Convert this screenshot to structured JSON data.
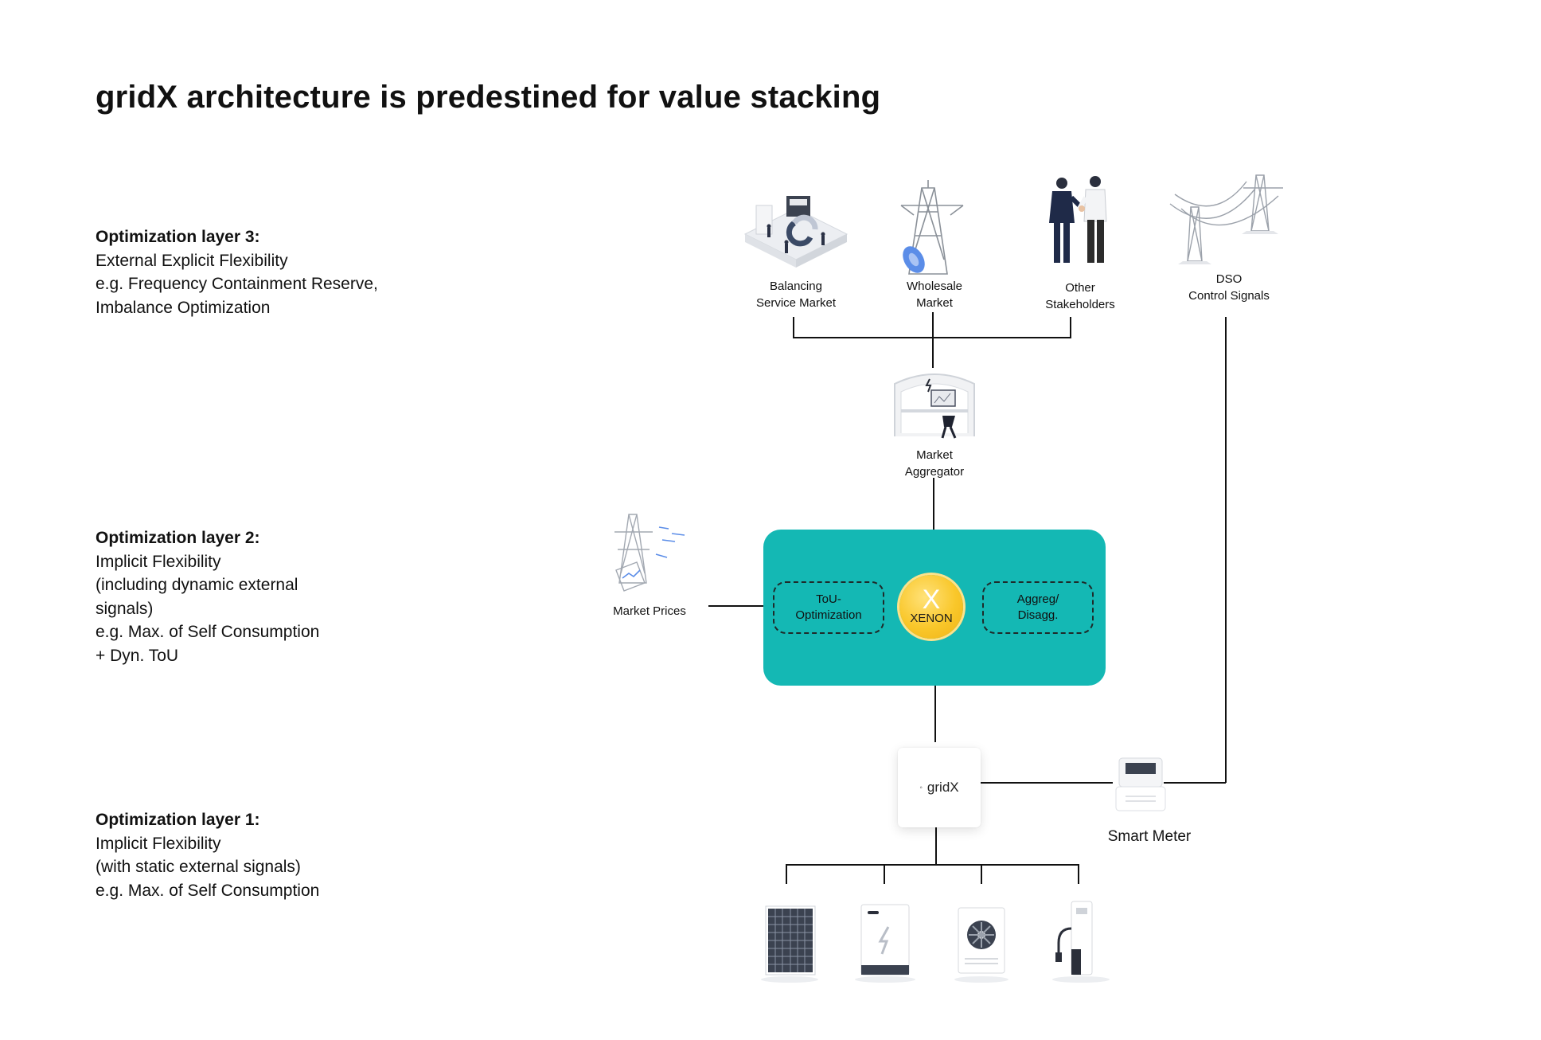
{
  "title": "gridX architecture is predestined for value stacking",
  "layers": [
    {
      "heading": "Optimization layer 3:",
      "lines": [
        "External Explicit Flexibility",
        "e.g. Frequency Containment Reserve,",
        "Imbalance Optimization"
      ]
    },
    {
      "heading": "Optimization layer 2:",
      "lines": [
        "Implicit Flexibility",
        "(including dynamic external",
        "signals)",
        "e.g. Max. of Self Consumption",
        "+ Dyn. ToU"
      ]
    },
    {
      "heading": "Optimization layer 1:",
      "lines": [
        "Implicit Flexibility",
        "(with static external signals)",
        "e.g. Max. of Self Consumption"
      ]
    }
  ],
  "nodes": {
    "balancing": {
      "line1": "Balancing",
      "line2": "Service Market"
    },
    "wholesale": {
      "line1": "Wholesale",
      "line2": "Market"
    },
    "stakeholders": {
      "line1": "Other",
      "line2": "Stakeholders"
    },
    "dso": {
      "line1": "DSO",
      "line2": "Control Signals"
    },
    "aggregator": {
      "line1": "Market",
      "line2": "Aggregator"
    },
    "market_prices": {
      "label": "Market Prices"
    },
    "smart_meter": {
      "label": "Smart Meter"
    },
    "gridx": {
      "label": "gridX"
    }
  },
  "xenon": {
    "left_box": {
      "line1": "ToU-",
      "line2": "Optimization"
    },
    "right_box": {
      "line1": "Aggreg/",
      "line2": "Disagg."
    },
    "coin_symbol": "X",
    "coin_label": "XENON"
  },
  "colors": {
    "xenon_box": "#14b8b4",
    "coin": "#f9c72a",
    "lines": "#111111"
  },
  "icons": [
    "balancing-market-icon",
    "transmission-tower-icon",
    "handshake-icon",
    "power-lines-icon",
    "control-room-icon",
    "price-tower-icon",
    "smart-meter-icon",
    "solar-panel-icon",
    "battery-icon",
    "heat-pump-icon",
    "ev-charger-icon"
  ]
}
